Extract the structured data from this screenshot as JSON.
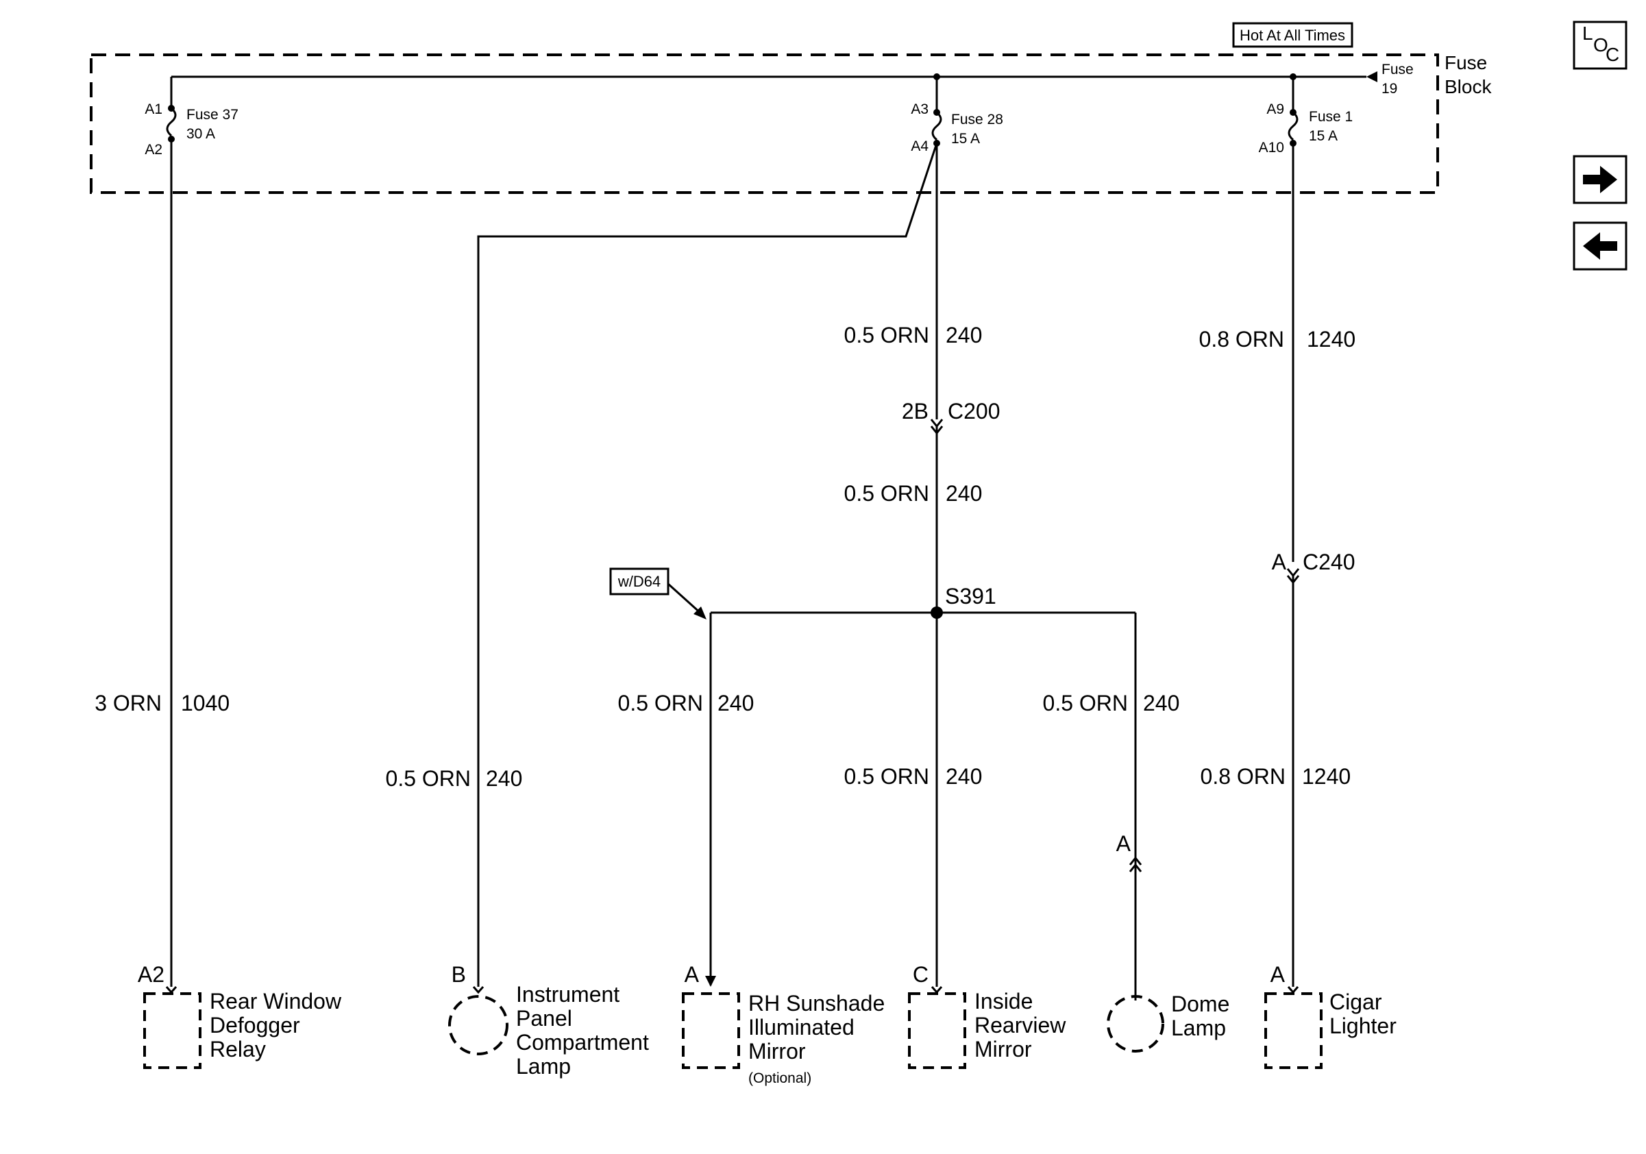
{
  "header": {
    "hot_label": "Hot At All Times",
    "fuse_block_line1": "Fuse",
    "fuse_block_line2": "Block",
    "fuse19_line1": "Fuse",
    "fuse19_line2": "19"
  },
  "nav": {
    "loc_l": "L",
    "loc_o": "O",
    "loc_c": "C",
    "forward_icon": "arrow-right-icon",
    "back_icon": "arrow-left-icon"
  },
  "fuses": [
    {
      "pin_in": "A1",
      "pin_out": "A2",
      "name": "Fuse 37",
      "rating": "30 A"
    },
    {
      "pin_in": "A3",
      "pin_out": "A4",
      "name": "Fuse 28",
      "rating": "15 A"
    },
    {
      "pin_in": "A9",
      "pin_out": "A10",
      "name": "Fuse 1",
      "rating": "15 A"
    }
  ],
  "wires": {
    "w1040": {
      "gauge": "3 ORN",
      "circuit": "1040"
    },
    "w240_top": {
      "gauge": "0.5 ORN",
      "circuit": "240"
    },
    "w240_mid": {
      "gauge": "0.5 ORN",
      "circuit": "240"
    },
    "w240_panel": {
      "gauge": "0.5 ORN",
      "circuit": "240"
    },
    "w240_sunshade": {
      "gauge": "0.5 ORN",
      "circuit": "240"
    },
    "w240_mirror": {
      "gauge": "0.5 ORN",
      "circuit": "240"
    },
    "w240_dome": {
      "gauge": "0.5 ORN",
      "circuit": "240"
    },
    "w1240_top": {
      "gauge": "0.8 ORN",
      "circuit": "1240"
    },
    "w1240_bottom": {
      "gauge": "0.8 ORN",
      "circuit": "1240"
    }
  },
  "connectors": {
    "c200": {
      "pin": "2B",
      "name": "C200"
    },
    "c240": {
      "pin": "A",
      "name": "C240"
    },
    "dome_inline": {
      "pin": "A"
    }
  },
  "splice": {
    "name": "S391"
  },
  "option_tag": "w/D64",
  "components": [
    {
      "pin": "A2",
      "lines": [
        "Rear Window",
        "Defogger",
        "Relay"
      ]
    },
    {
      "pin": "B",
      "lines": [
        "Instrument",
        "Panel",
        "Compartment",
        "Lamp"
      ]
    },
    {
      "pin": "A",
      "lines": [
        "RH Sunshade",
        "Illuminated",
        "Mirror"
      ],
      "note": "(Optional)"
    },
    {
      "pin": "C",
      "lines": [
        "Inside",
        "Rearview",
        "Mirror"
      ]
    },
    {
      "lines": [
        "Dome",
        "Lamp"
      ]
    },
    {
      "pin": "A",
      "lines": [
        "Cigar",
        "Lighter"
      ]
    }
  ]
}
